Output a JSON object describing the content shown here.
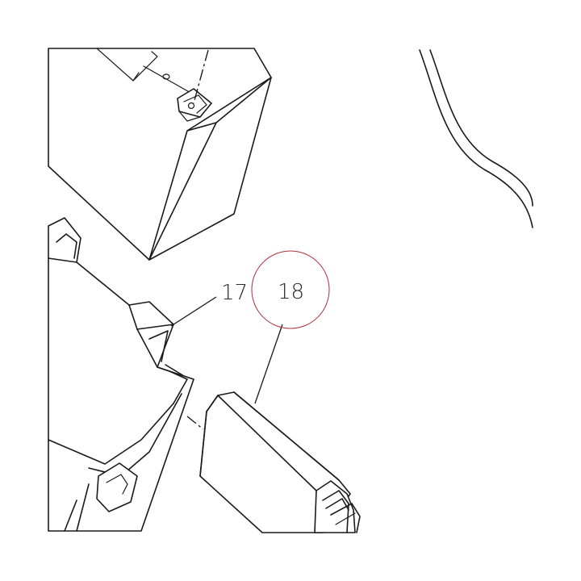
{
  "callouts": [
    {
      "id": "17",
      "label": "17"
    },
    {
      "id": "18",
      "label": "18",
      "highlighted": true
    }
  ],
  "colors": {
    "line": "#1a1a1a",
    "highlight_circle": "#b0303a",
    "label_text": "#2b2b2b",
    "background": "#ffffff"
  }
}
